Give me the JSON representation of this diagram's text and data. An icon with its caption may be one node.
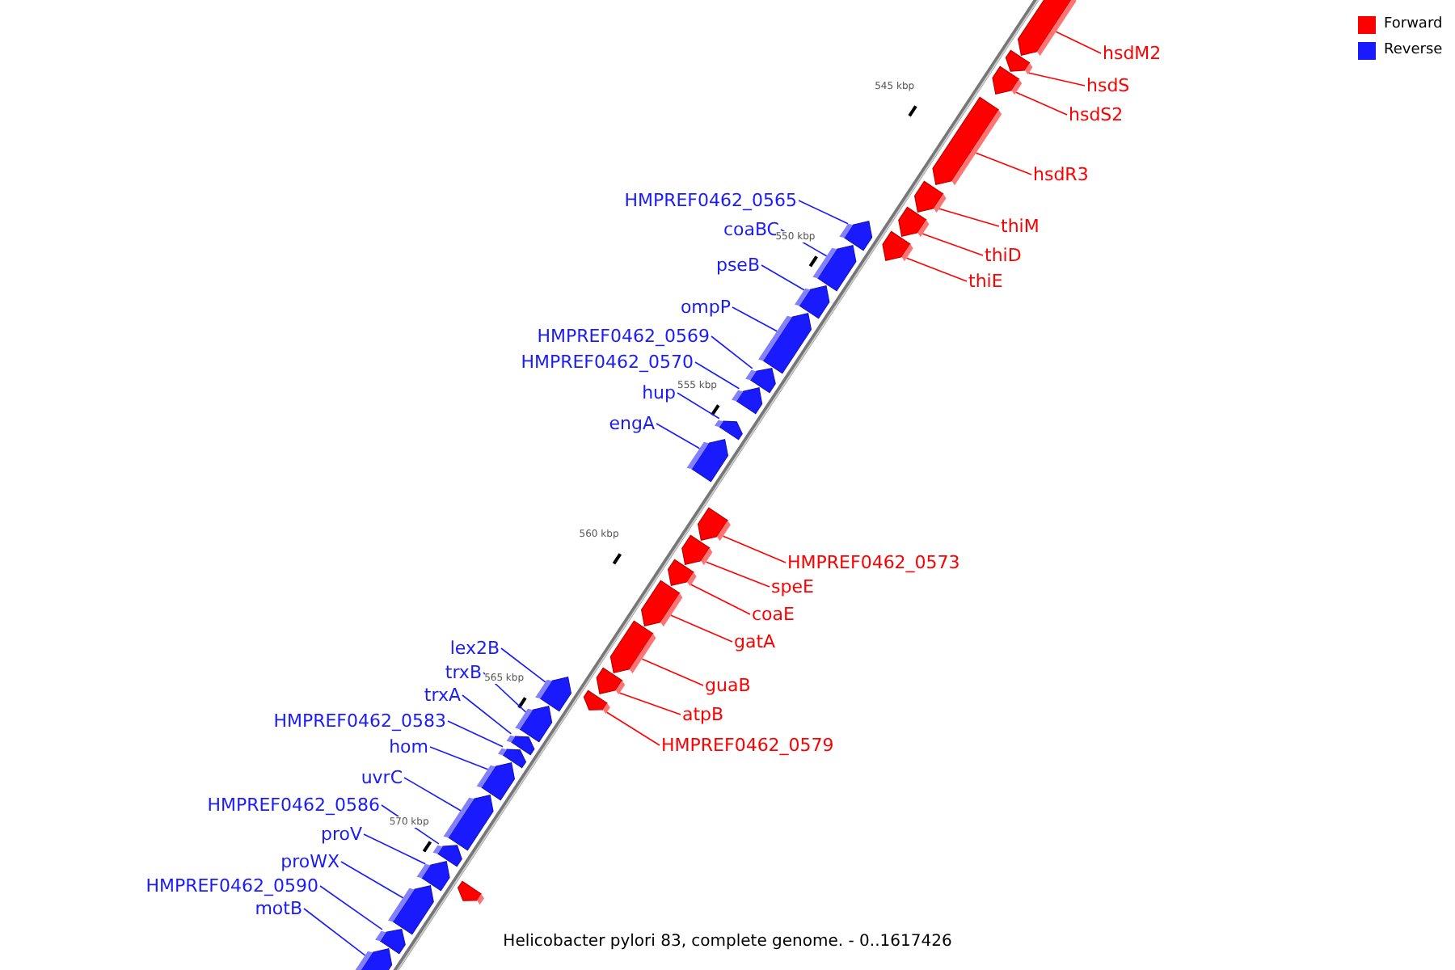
{
  "diagram": {
    "caption": "Helicobacter pylori 83, complete genome. - 0..1617426",
    "nodes": [
      {
        "text": [
          "hsdM2"
        ]
      },
      {
        "text": [],
        "shape": "bar"
      },
      {
        "text": [
          "hsdS"
        ]
      },
      {
        "text": [],
        "shape": "bar"
      },
      {
        "text": [
          "hsdS2"
        ]
      },
      {
        "text": [],
        "shape": "bar"
      },
      {
        "text": [
          "hsdR3"
        ]
      },
      {
        "text": [],
        "shape": "bar"
      },
      {
        "text": [
          "thiM"
        ]
      },
      {
        "text": [],
        "shape": "bar"
      },
      {
        "text": [
          "thiD"
        ]
      },
      {
        "text": [],
        "shape": "bar"
      },
      {
        "text": [
          "thiE"
        ]
      },
      {
        "text": [],
        "shape": "bar"
      },
      {
        "text": [
          "HMPREF0462_0565"
        ]
      },
      {
        "text": [],
        "shape": "bar"
      },
      {
        "text": [
          "coaBC"
        ]
      },
      {
        "text": [],
        "shape": "bar"
      },
      {
        "text": [
          "pseB"
        ]
      },
      {
        "text": [],
        "shape": "bar"
      },
      {
        "text": [
          "ompP"
        ]
      },
      {
        "text": [],
        "shape": "bar"
      },
      {
        "text": [
          "HMPREF0462_0569"
        ]
      },
      {
        "text": [],
        "shape": "bar"
      },
      {
        "text": [
          "HMPREF0462_0570"
        ]
      },
      {
        "text": [],
        "shape": "bar"
      },
      {
        "text": [
          "hup"
        ]
      },
      {
        "text": [],
        "shape": "bar"
      },
      {
        "text": [
          "engA"
        ]
      },
      {
        "text": [],
        "shape": "bar"
      },
      {
        "text": [
          "HMPREF0462_0573"
        ]
      },
      {
        "text": [],
        "shape": "bar"
      },
      {
        "text": [
          "speE"
        ]
      },
      {
        "text": [],
        "shape": "bar"
      },
      {
        "text": [
          "coaE"
        ]
      },
      {
        "text": [],
        "shape": "bar"
      },
      {
        "text": [
          "gatA"
        ]
      },
      {
        "text": [],
        "shape": "bar"
      },
      {
        "text": [
          "guaB"
        ]
      },
      {
        "text": [],
        "shape": "bar"
      },
      {
        "text": [
          "atpB"
        ]
      },
      {
        "text": [],
        "shape": "bar"
      },
      {
        "text": [
          "HMPREF0462_0579"
        ]
      },
      {
        "text": [],
        "shape": "bar"
      },
      {
        "text": [
          "lex2B"
        ]
      },
      {
        "text": [],
        "shape": "bar"
      },
      {
        "text": [
          "trxB"
        ]
      },
      {
        "text": [],
        "shape": "bar"
      },
      {
        "text": [
          "trxA"
        ]
      },
      {
        "text": [],
        "shape": "bar"
      },
      {
        "text": [
          "HMPREF0462_0583"
        ]
      },
      {
        "text": [],
        "shape": "bar"
      },
      {
        "text": [
          "hom"
        ]
      },
      {
        "text": [],
        "shape": "bar"
      },
      {
        "text": [
          "uvrC"
        ]
      },
      {
        "text": [],
        "shape": "bar"
      },
      {
        "text": [
          "HMPREF0462_0586"
        ]
      },
      {
        "text": [],
        "shape": "bar"
      },
      {
        "text": [
          "proV"
        ]
      },
      {
        "text": [],
        "shape": "bar"
      },
      {
        "text": [
          "proWX"
        ]
      },
      {
        "text": [],
        "shape": "bar"
      },
      {
        "text": [
          "HMPREF0462_0590"
        ]
      },
      {
        "text": [],
        "shape": "bar"
      },
      {
        "text": [
          "motB"
        ]
      },
      {
        "text": [],
        "shape": "bar"
      },
      {
        "text": [],
        "shape": "bar"
      }
    ],
    "edges": [
      {
        "from": 0,
        "to": 1,
        "arrow": "none",
        "color": "#ff0000"
      },
      {
        "from": 2,
        "to": 3,
        "arrow": "none",
        "color": "#ff0000"
      },
      {
        "from": 4,
        "to": 5,
        "arrow": "none",
        "color": "#ff0000"
      },
      {
        "from": 6,
        "to": 7,
        "arrow": "none",
        "color": "#ff0000"
      },
      {
        "from": 8,
        "to": 9,
        "arrow": "none",
        "color": "#ff0000"
      },
      {
        "from": 10,
        "to": 11,
        "arrow": "none",
        "color": "#ff0000"
      },
      {
        "from": 12,
        "to": 13,
        "arrow": "none",
        "color": "#ff0000"
      },
      {
        "from": 14,
        "to": 15,
        "arrow": "none"
      },
      {
        "from": 16,
        "to": 17,
        "arrow": "none"
      },
      {
        "from": 18,
        "to": 19,
        "arrow": "none"
      },
      {
        "from": 20,
        "to": 21,
        "arrow": "none"
      },
      {
        "from": 22,
        "to": 23,
        "arrow": "none"
      },
      {
        "from": 24,
        "to": 25,
        "arrow": "none"
      },
      {
        "from": 26,
        "to": 27,
        "arrow": "none"
      },
      {
        "from": 28,
        "to": 29,
        "arrow": "none"
      },
      {
        "from": 30,
        "to": 31,
        "arrow": "none",
        "color": "#ff0000"
      },
      {
        "from": 32,
        "to": 33,
        "arrow": "none",
        "color": "#ff0000"
      },
      {
        "from": 34,
        "to": 35,
        "arrow": "none",
        "color": "#ff0000"
      },
      {
        "from": 36,
        "to": 37,
        "arrow": "none",
        "color": "#ff0000"
      },
      {
        "from": 38,
        "to": 39,
        "arrow": "none",
        "color": "#ff0000"
      },
      {
        "from": 40,
        "to": 41,
        "arrow": "none",
        "color": "#ff0000"
      },
      {
        "from": 42,
        "to": 43,
        "arrow": "none",
        "color": "#ff0000"
      },
      {
        "from": 44,
        "to": 45,
        "arrow": "none"
      },
      {
        "from": 46,
        "to": 47,
        "arrow": "none"
      },
      {
        "from": 48,
        "to": 49,
        "arrow": "none"
      },
      {
        "from": 50,
        "to": 51,
        "arrow": "none"
      },
      {
        "from": 52,
        "to": 53,
        "arrow": "none"
      },
      {
        "from": 54,
        "to": 55,
        "arrow": "none"
      },
      {
        "from": 56,
        "to": 57,
        "arrow": "none"
      },
      {
        "from": 58,
        "to": 59,
        "arrow": "none"
      },
      {
        "from": 60,
        "to": 61,
        "arrow": "none"
      },
      {
        "from": 62,
        "to": 63,
        "arrow": "none"
      },
      {
        "from": 64,
        "to": 65,
        "arrow": "none"
      }
    ],
    "labels": [
      "545 kbp",
      "550 kbp",
      "555 kbp",
      "560 kbp",
      "565 kbp",
      "570 kbp"
    ],
    "legend": [
      {
        "text": "Forward",
        "color": "#ff0000"
      },
      {
        "text": "Reverse",
        "color": "#1a1aff"
      }
    ]
  }
}
